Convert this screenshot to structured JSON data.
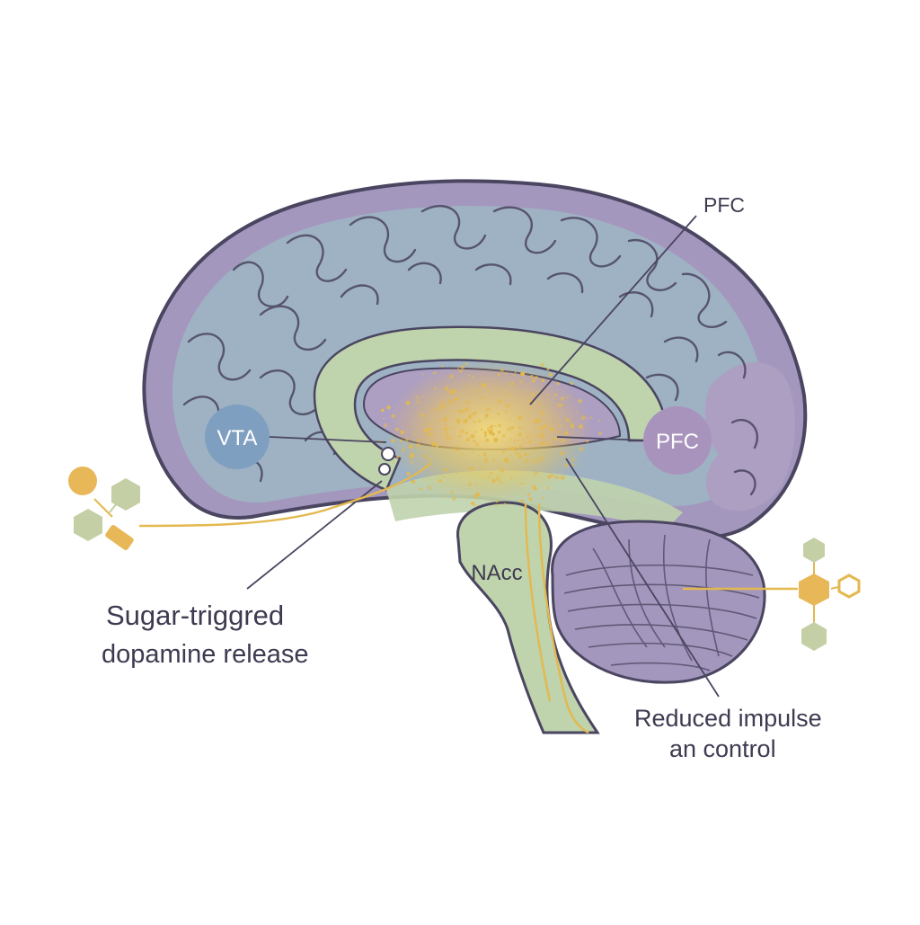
{
  "labels": {
    "pfc_top": "PFC",
    "vta": "VTA",
    "pfc_circle": "PFC",
    "nacc": "NAcc",
    "sugar_line1": "Sugar-triggred",
    "sugar_line2": "dopamine release",
    "impulse_line1": "Reduced impulse",
    "impulse_line2": "an control"
  },
  "colors": {
    "outline": "#4a4560",
    "cortex_purple": "#a497bd",
    "cortex_blue": "#9fb2c4",
    "limbic_green": "#bfd3ad",
    "limbic_purple": "#ad9fc2",
    "vta_circle": "#7f9fc0",
    "pfc_circle": "#a893bd",
    "dopamine": "#e3b94f",
    "sugar_orange": "#e8b758",
    "molecule_green": "#c5cfa6"
  }
}
